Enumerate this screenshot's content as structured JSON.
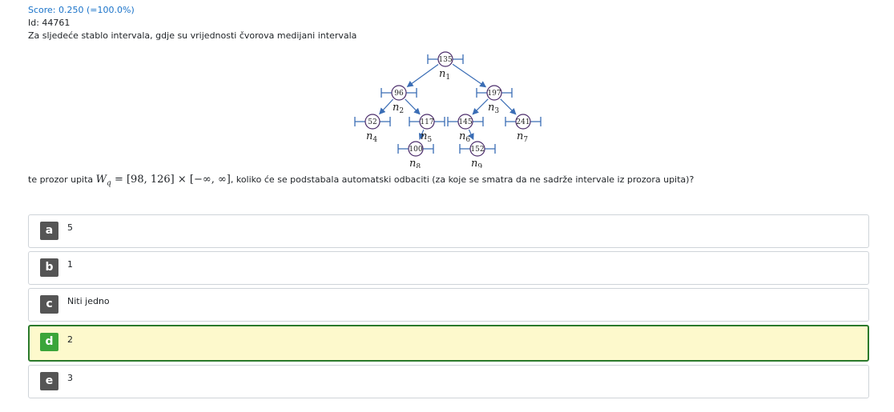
{
  "header": {
    "score": "Score: 0.250 (=100.0%)",
    "id": "Id: 44761",
    "intro": "Za sljedeće stablo intervala, gdje su vrijednosti čvorova medijani intervala"
  },
  "tree": {
    "nodes": [
      {
        "value": "135",
        "label": "n1"
      },
      {
        "value": "96",
        "label": "n2"
      },
      {
        "value": "197",
        "label": "n3"
      },
      {
        "value": "52",
        "label": "n4"
      },
      {
        "value": "117",
        "label": "n5"
      },
      {
        "value": "145",
        "label": "n6"
      },
      {
        "value": "241",
        "label": "n7"
      },
      {
        "value": "100",
        "label": "n8"
      },
      {
        "value": "152",
        "label": "n9"
      }
    ],
    "edge_color": "#3a6db5",
    "node_color": "#4b2c6b"
  },
  "query": {
    "prefix": "te prozor upita",
    "math_w": "W",
    "math_sub": "q",
    "math_expr": "= [98, 126] × [−∞, ∞]",
    "suffix": ", koliko će se podstabala automatski odbaciti (za koje se smatra da ne sadrže intervale iz prozora upita)?"
  },
  "options": [
    {
      "letter": "a",
      "text": "5"
    },
    {
      "letter": "b",
      "text": "1"
    },
    {
      "letter": "c",
      "text": "Niti jedno"
    },
    {
      "letter": "d",
      "text": "2"
    },
    {
      "letter": "e",
      "text": "3"
    }
  ],
  "selected_option": "d",
  "colors": {
    "score_link": "#1a73c9",
    "selected_bg": "#fdf9cc",
    "selected_border": "#2b7a2b",
    "selected_letter_bg": "#3aa53a",
    "letter_bg": "#555555"
  }
}
